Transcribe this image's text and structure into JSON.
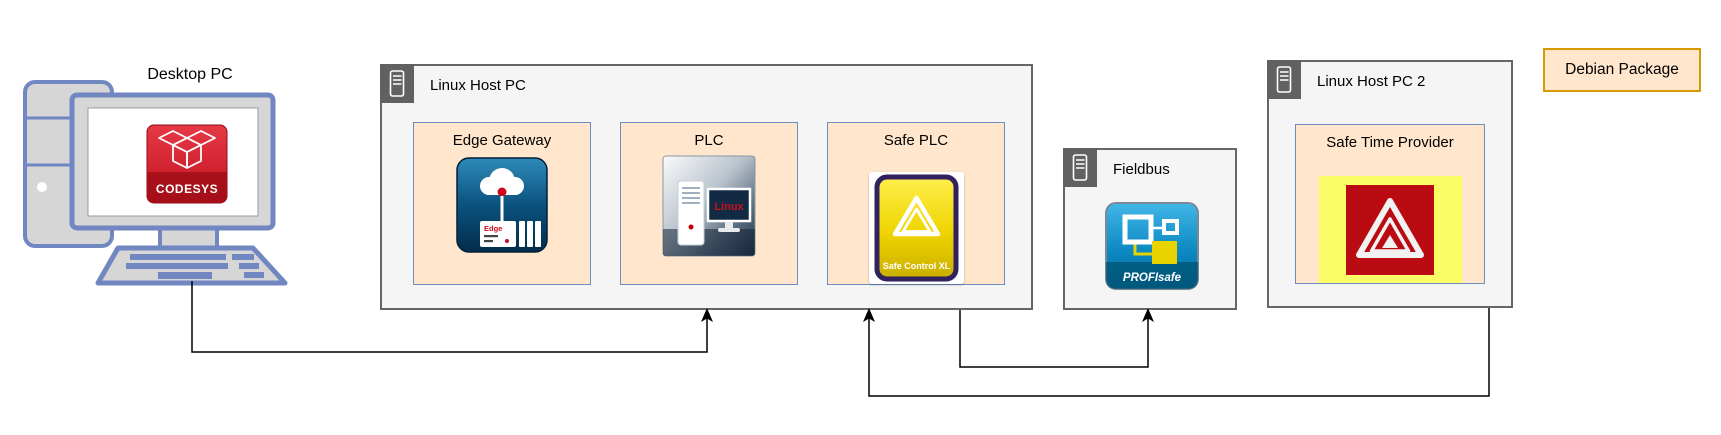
{
  "diagram": {
    "desktop_pc": {
      "label": "Desktop PC",
      "screen_logo_text": "CODESYS"
    },
    "linux_host_pc": {
      "label": "Linux Host PC",
      "children": [
        {
          "label": "Edge Gateway",
          "icon": "edge-gateway-cloud-icon",
          "icon_text": "Edge"
        },
        {
          "label": "PLC",
          "icon": "linux-pc-icon",
          "icon_text": "Linux"
        },
        {
          "label": "Safe PLC",
          "icon": "safe-control-warning-icon",
          "icon_text": "Safe Control XL"
        }
      ]
    },
    "fieldbus": {
      "label": "Fieldbus",
      "icon": "profisafe-network-icon",
      "icon_text": "PROFIsafe"
    },
    "linux_host_pc_2": {
      "label": "Linux Host PC 2",
      "children": [
        {
          "label": "Safe Time Provider",
          "icon": "warning-triangle-icon"
        }
      ]
    },
    "debian_package": {
      "label": "Debian Package"
    },
    "icons": [
      "workstation-icon",
      "server-icon",
      "codesys-cubes-icon",
      "edge-gateway-cloud-icon",
      "linux-pc-icon",
      "safe-control-warning-icon",
      "profisafe-network-icon",
      "warning-triangle-icon",
      "arrow-up-head"
    ],
    "colors": {
      "container_fill": "#F5F5F5",
      "container_border": "#666666",
      "header_icon_bg": "#616161",
      "node_fill": "#FFE6CC",
      "node_border": "#6C8EBF",
      "debian_border": "#D79B00",
      "workstation_stroke": "#7187C1",
      "workstation_fill": "#D6D6D6",
      "codesys_red": "#D8232A",
      "edge_gateway_blue": "#0A527F",
      "plc_navy": "#1C2C3E",
      "plc_text_red": "#C9111D",
      "safe_control_yellow": "#EFD400",
      "safe_control_indigo": "#31215E",
      "profisafe_blue": "#0E8AC2",
      "profisafe_yellow": "#E8D200",
      "stp_yellow": "#FCFC67",
      "stp_red": "#BB0B12",
      "connector": "#000000"
    }
  }
}
